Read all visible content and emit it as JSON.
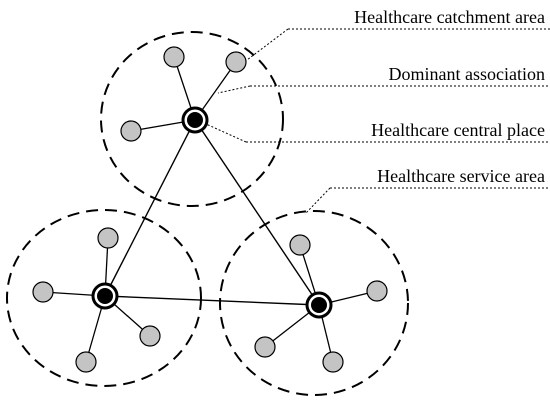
{
  "labels": {
    "catchment_area": "Healthcare catchment area",
    "dominant_association": "Dominant association",
    "central_place": "Healthcare central place",
    "service_area": "Healthcare service area"
  },
  "colors": {
    "satellite_fill": "#c4c4c4",
    "center_fill": "#000000",
    "line": "#000000"
  }
}
